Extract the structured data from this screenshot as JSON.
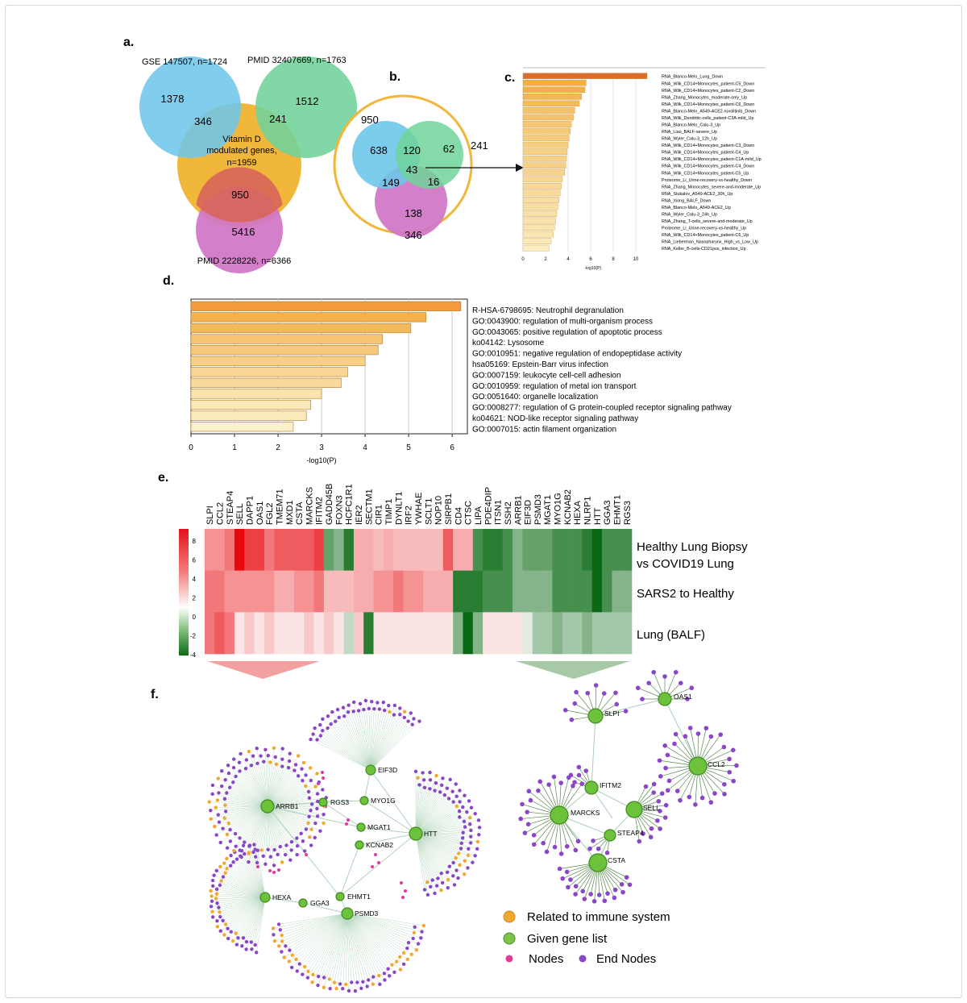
{
  "panels": {
    "a": "a.",
    "b": "b.",
    "c": "c.",
    "d": "d.",
    "e": "e.",
    "f": "f."
  },
  "venn_a": {
    "set1": "GSE 147507, n=1724",
    "set2": "PMID  32407669, n=1763",
    "set3_l1": "Vitamin D",
    "set3_l2": "modulated genes,",
    "set3_l3": "n=1959",
    "set4": "PMID  2228226, n=6366",
    "n_1378": "1378",
    "n_346": "346",
    "n_241": "241",
    "n_1512": "1512",
    "n_950": "950",
    "n_5416": "5416",
    "colors": {
      "blue": "#6ec6ea",
      "green": "#6fd39a",
      "gold": "#f1b73b",
      "purple": "#cf74c6",
      "red": "#e0675a"
    }
  },
  "venn_b": {
    "n_950": "950",
    "n_241": "241",
    "n_346": "346",
    "n_638": "638",
    "n_120": "120",
    "n_62": "62",
    "n_43": "43",
    "n_149": "149",
    "n_16": "16",
    "n_138": "138"
  },
  "chart_c": {
    "type": "bar",
    "xlabel": "-log10(P)",
    "ticks": [
      "0",
      "2",
      "4",
      "6",
      "8",
      "10"
    ],
    "categories": [
      "RNA_Blanco-Melo_Lung_Down",
      "RNA_Wilk_CD14+Monocytes_patient-C5_Down",
      "RNA_Wilk_CD14+Monocytes_patient-C2_Down",
      "RNA_Zhang_Monocytes_moderate-only_Up",
      "RNA_Wilk_CD14+Monocytes_patient-C6_Down",
      "RNA_Blanco-Melo_A549-ACE2-ruxolitinib_Down",
      "RNA_Wilk_Dendritic-cells_patient-C3A-mild_Up",
      "RNA_Blanco-Melo_Calu-3_Up",
      "RNA_Liao_BALF-severe_Up",
      "RNA_Wyler_Calu-3_12h_Up",
      "RNA_Wilk_CD14+Monocytes_patient-C3_Down",
      "RNA_Wilk_CD14+Monocytes_patient-C4_Up",
      "RNA_Wilk_CD14+Monocytes_patient-C1A-mild_Up",
      "RNA_Wilk_CD14+Monocytes_patient-C4_Down",
      "RNA_Wilk_CD14+Monocytes_patient-C5_Up",
      "Proteome_Li_Urine-recovery-vs-healthy_Down",
      "RNA_Zhang_Monocytes_severe-and-moderate_Up",
      "RNA_Stukalov_A549-ACE2_30h_Up",
      "RNA_Xiong_BALF_Down",
      "RNA_Blanco-Melo_A549-ACE2_Up",
      "RNA_Wyler_Calu-3_24h_Up",
      "RNA_Zhang_T-cells_severe-and-moderate_Up",
      "Proteome_Li_Urine-recovery-vs-healthy_Up",
      "RNA_Wilk_CD14+Monocytes_patient-C6_Up",
      "RNA_Lieberman_Nasopharynx_High_vs_Low_Up",
      "RNA_Keller_B-cells-CD21pos_infection_Up"
    ],
    "values": [
      11.0,
      5.6,
      5.5,
      5.2,
      5.0,
      4.6,
      4.5,
      4.3,
      4.2,
      4.1,
      4.0,
      3.9,
      3.85,
      3.8,
      3.7,
      3.5,
      3.4,
      3.3,
      3.2,
      3.1,
      3.0,
      2.9,
      2.8,
      2.7,
      2.5,
      2.3
    ],
    "xlim": [
      0,
      11.5
    ]
  },
  "chart_d": {
    "type": "bar",
    "xlabel": "-log10(P)",
    "ticks": [
      "0",
      "1",
      "2",
      "3",
      "4",
      "5",
      "6"
    ],
    "categories": [
      "R-HSA-6798695: Neutrophil degranulation",
      "GO:0043900: regulation of multi-organism process",
      "GO:0043065: positive regulation of apoptotic process",
      "ko04142: Lysosome",
      "GO:0010951: negative regulation of endopeptidase activity",
      "hsa05169: Epstein-Barr virus infection",
      "GO:0007159: leukocyte cell-cell adhesion",
      "GO:0010959: regulation of metal ion transport",
      "GO:0051640: organelle localization",
      "GO:0008277: regulation of G protein-coupled receptor signaling pathway",
      "ko04621: NOD-like receptor signaling pathway",
      "GO:0007015: actin filament organization"
    ],
    "values": [
      6.2,
      5.4,
      5.05,
      4.4,
      4.3,
      4.0,
      3.6,
      3.45,
      3.0,
      2.75,
      2.65,
      2.35
    ],
    "xlim": [
      0,
      6.2
    ]
  },
  "heatmap_e": {
    "type": "heatmap",
    "genes": [
      "SLPI",
      "CCL2",
      "STEAP4",
      "SELL",
      "DAPP1",
      "OAS1",
      "FGL2",
      "TMEM71",
      "MXD1",
      "CSTA",
      "MARCKS",
      "IFITM2",
      "GADD45B",
      "FOXN3",
      "HCFC1R1",
      "IER2",
      "SECTM1",
      "CIR1",
      "TIMP1",
      "DYNLT1",
      "IRF2",
      "YWHAE",
      "SCLT1",
      "NOP10",
      "SIRPB1",
      "CD4",
      "CTSC",
      "LIPA",
      "PDE4DIP",
      "ITSN1",
      "SSH2",
      "ARRB1",
      "EIF3D",
      "PSMD3",
      "MGAT1",
      "MYO1G",
      "KCNAB2",
      "HEXA",
      "NLRP1",
      "HTT",
      "GGA3",
      "EHMT1",
      "RGS3"
    ],
    "rows": [
      "Healthy Lung Biopsy vs COVID19 Lung",
      "SARS2 to Healthy",
      "Lung (BALF)"
    ],
    "row_label_1a": "Healthy Lung Biopsy",
    "row_label_1b": "vs COVID19 Lung",
    "row_label_2": "SARS2 to Healthy",
    "row_label_3": "Lung (BALF)",
    "colorbar_ticks": [
      "8",
      "6",
      "4",
      "2",
      "0",
      "-2",
      "-4"
    ],
    "vmin": -4,
    "vmax": 9,
    "values": [
      [
        4,
        4,
        5,
        9,
        7,
        7,
        5,
        6,
        6,
        6,
        6,
        7,
        -2.5,
        -2,
        -3.5,
        3,
        3,
        2.5,
        3,
        2.5,
        2.5,
        2.5,
        2.5,
        2.5,
        6,
        3,
        3,
        -3,
        -3.5,
        -3.5,
        -3,
        -2,
        -2.5,
        -2.5,
        -2.5,
        -3,
        -3,
        -3,
        -3.5,
        -4,
        -3,
        -3,
        -3
      ],
      [
        5,
        5,
        4,
        4,
        4,
        4,
        4,
        3,
        3,
        4,
        4,
        5,
        2.5,
        2.5,
        2.5,
        3,
        3,
        4,
        4,
        5,
        4,
        4,
        3,
        3,
        3,
        -3.5,
        -3.5,
        -3.5,
        -3,
        -3,
        -3,
        -2,
        -2,
        -2,
        -2,
        -3,
        -3,
        -3,
        -3,
        -4,
        -3,
        -2,
        -2
      ],
      [
        5,
        6,
        5,
        1,
        2,
        1,
        2,
        1,
        1,
        1,
        2,
        1,
        2,
        1,
        -1,
        2,
        -3.5,
        1,
        1,
        1,
        1,
        1,
        1,
        1,
        1,
        -2,
        -4,
        -2,
        1,
        1,
        1,
        1,
        -0.5,
        -1.5,
        -1.5,
        -2,
        -1.5,
        -1.5,
        -2,
        -1.5,
        -1.5,
        -1.5,
        -1.5
      ]
    ]
  },
  "network_f": {
    "left_hubs": [
      "ARRB1",
      "HTT",
      "PSMD3",
      "HEXA"
    ],
    "left_genes": [
      "RGS3",
      "MYO1G",
      "EIF3D",
      "MGAT1",
      "KCNAB2",
      "EHMT1",
      "GGA3"
    ],
    "right_genes": [
      "SLPI",
      "OAS1",
      "CCL2",
      "IFITM2",
      "SELL",
      "MARCKS",
      "STEAP4",
      "CSTA"
    ],
    "legend": {
      "immune": "Related to immune system",
      "given": "Given gene list",
      "nodes": "Nodes",
      "end": "End Nodes"
    },
    "colors": {
      "immune": "#f0a830",
      "given": "#6cc23a",
      "nodes": "#e5399c",
      "end": "#8a45c8",
      "edge": "#a9cfb3"
    }
  }
}
